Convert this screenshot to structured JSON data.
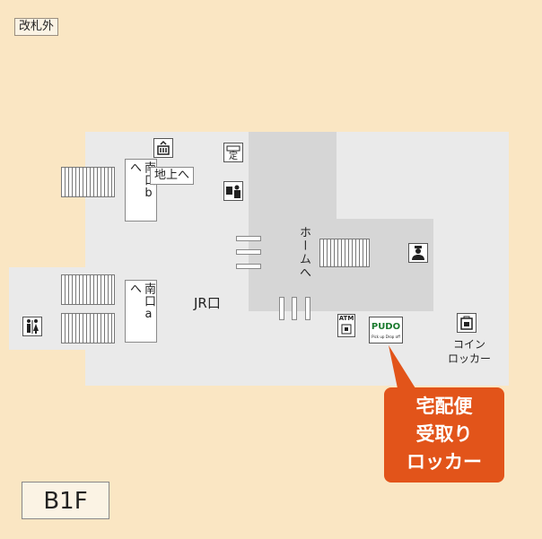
{
  "gate_label": "改札外",
  "floor_label": "B1F",
  "labels": {
    "south_b": "南口b へ",
    "south_a": "南口a へ",
    "to_ground": "地上へ",
    "to_platform": "ホームへ",
    "jr_entrance": "JR口",
    "coin_locker_1": "コイン",
    "coin_locker_2": "ロッカー",
    "atm": "ATM",
    "pudo": "PUDO",
    "pudo_small": "Pick up Drop off",
    "ticket": "定"
  },
  "callout": {
    "line1": "宅配便",
    "line2": "受取り",
    "line3": "ロッカー"
  },
  "colors": {
    "background": "#FAE6C3",
    "concourse": "#EAEAEA",
    "platform_area": "#D6D6D6",
    "callout": "#E2541A"
  },
  "icons": [
    "elevator-icon",
    "commuter-pass-icon",
    "ticket-office-icon",
    "station-staff-icon",
    "restroom-icon",
    "atm-icon",
    "pudo-icon",
    "coin-locker-icon"
  ]
}
